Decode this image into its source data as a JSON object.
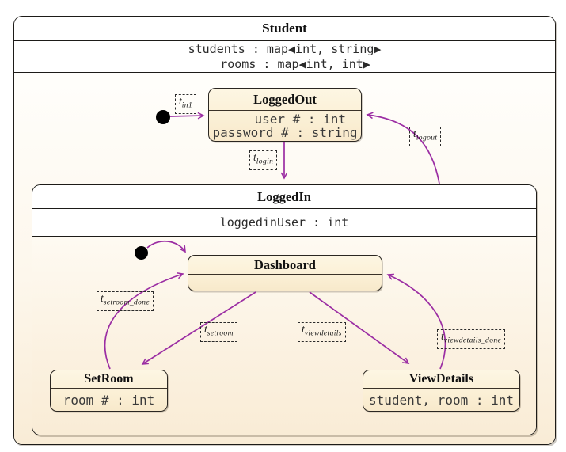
{
  "diagram": {
    "kind": "uml-statechart",
    "root": {
      "title": "Student",
      "attributes": [
        "students : map◀int, string▶",
        "   rooms : map◀int, int▶"
      ]
    },
    "states": {
      "loggedout": {
        "title": "LoggedOut",
        "attributes": [
          "    user # : int",
          "password # : string"
        ]
      },
      "loggedin": {
        "title": "LoggedIn",
        "attributes": [
          "loggedinUser : int"
        ]
      },
      "dashboard": {
        "title": "Dashboard",
        "attributes": []
      },
      "setroom": {
        "title": "SetRoom",
        "attributes": [
          "room # : int"
        ]
      },
      "viewdetails": {
        "title": "ViewDetails",
        "attributes": [
          "student, room : int"
        ]
      }
    },
    "transitions": {
      "t_in1": {
        "base": "t",
        "sub": "in1"
      },
      "t_login": {
        "base": "t",
        "sub": "login"
      },
      "t_logout": {
        "base": "t",
        "sub": "logout"
      },
      "t_setroom": {
        "base": "t",
        "sub": "setroom"
      },
      "t_setroom_done": {
        "base": "t",
        "sub": "setroom_done"
      },
      "t_viewdetails": {
        "base": "t",
        "sub": "viewdetails"
      },
      "t_viewdetails_done": {
        "base": "t",
        "sub": "viewdetails_done"
      }
    },
    "colors": {
      "arrow": "#9b2da3",
      "state_fill_top": "#fdf6e3",
      "state_fill_bottom": "#f8e9cb",
      "region_fill_bottom": "#f9ecd6",
      "border": "#1d1b18",
      "initial_dot": "#000000"
    }
  }
}
